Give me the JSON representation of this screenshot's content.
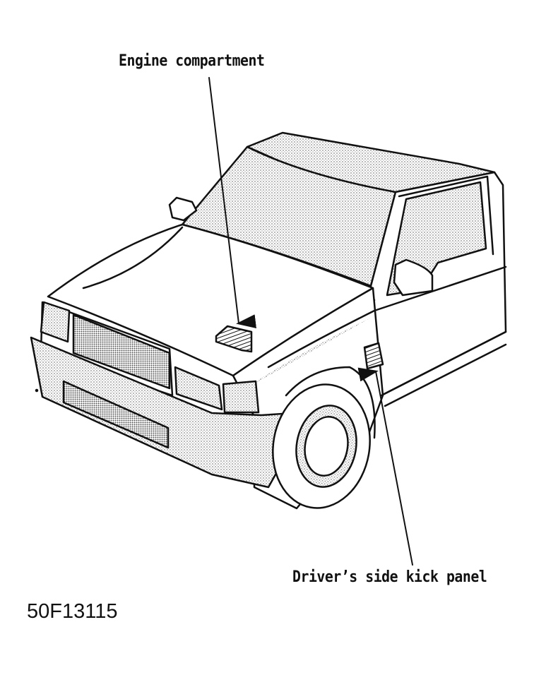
{
  "diagram": {
    "callouts": {
      "engine_compartment": "Engine compartment",
      "drivers_side_kick_panel": "Driver’s side kick panel"
    },
    "figure_id": "50F13115"
  },
  "colors": {
    "ink": "#111111",
    "paper": "#ffffff",
    "shade": "#9a9a9a"
  }
}
